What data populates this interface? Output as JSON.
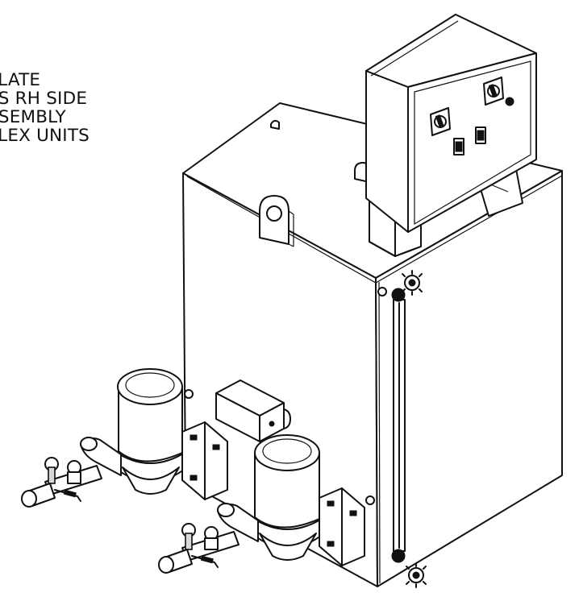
{
  "note": {
    "lines": [
      "PLATE",
      "ES RH SIDE",
      "SSEMBLY",
      "PLEX UNITS"
    ]
  },
  "drawing": {
    "subject": "duplex condensate tank assembly with control panel and two pumps",
    "icons": [
      "control-panel",
      "pump",
      "gauge-glass",
      "ball-valve",
      "lifting-lug",
      "junction-box"
    ]
  }
}
